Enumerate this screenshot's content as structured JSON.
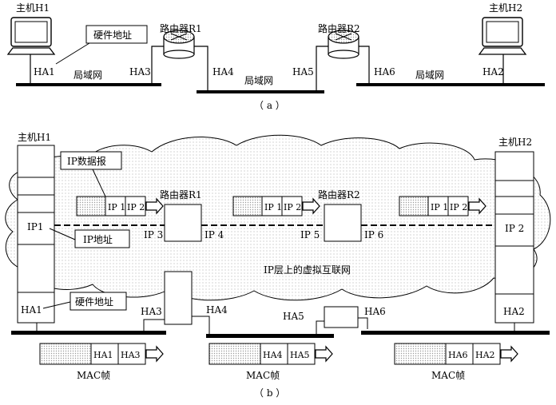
{
  "part_a": {
    "host1": "主机H1",
    "host2": "主机H2",
    "router1": "路由器R1",
    "router2": "路由器R2",
    "callout": "硬件地址",
    "ha": [
      "HA1",
      "HA3",
      "HA4",
      "HA5",
      "HA6",
      "HA2"
    ],
    "lan": "局域网",
    "caption": "（ a ）"
  },
  "part_b": {
    "host1": "主机H1",
    "host2": "主机H2",
    "router1": "路由器R1",
    "router2": "路由器R2",
    "cloud_label": "IP层上的虚拟互联网",
    "datagram_callout": "IP数据报",
    "ip_addr_callout": "IP地址",
    "hw_addr_callout": "硬件地址",
    "ip": [
      "IP 1",
      "IP 2",
      "IP 3",
      "IP 4",
      "IP 5",
      "IP 6"
    ],
    "host_ip": [
      "IP1",
      "IP 2"
    ],
    "ha": [
      "HA1",
      "HA3",
      "HA4",
      "HA5",
      "HA6",
      "HA2"
    ],
    "frames": [
      {
        "src": "HA1",
        "dst": "HA3"
      },
      {
        "src": "HA4",
        "dst": "HA5"
      },
      {
        "src": "HA6",
        "dst": "HA2"
      }
    ],
    "mac_frame": "MAC帧",
    "caption": "（ b ）"
  }
}
